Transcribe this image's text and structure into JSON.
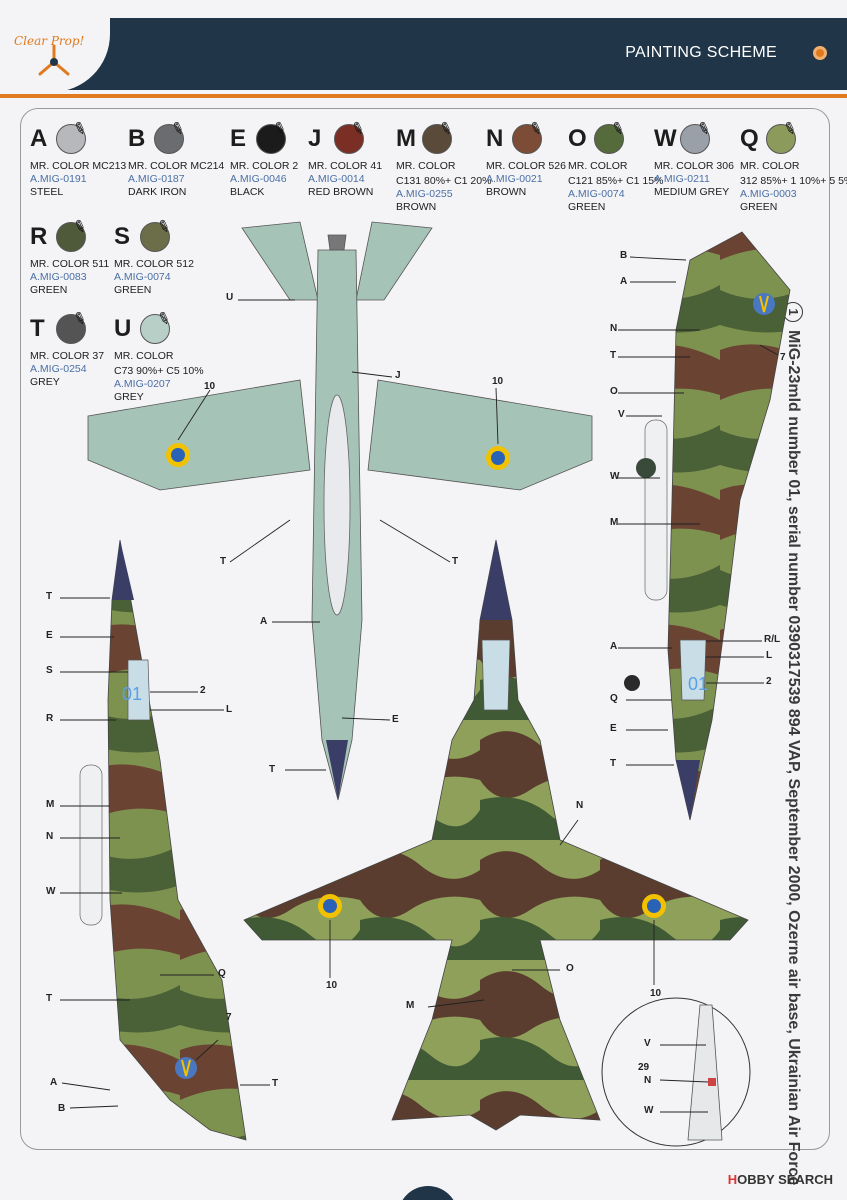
{
  "header": {
    "title": "PAINTING SCHEME",
    "logo_text": "Clear Prop!"
  },
  "colors": {
    "header_bg": "#213549",
    "accent": "#e07a1f",
    "label_blue": "#4a6fa5"
  },
  "paints": [
    {
      "letter": "A",
      "line1": "MR. COLOR MC213",
      "line2": "A.MIG-0191",
      "line3": "STEEL",
      "color": "#b7b8bc"
    },
    {
      "letter": "B",
      "line1": "MR. COLOR MC214",
      "line2": "A.MIG-0187",
      "line3": "DARK IRON",
      "color": "#6a6c70"
    },
    {
      "letter": "E",
      "line1": "MR. COLOR 2",
      "line2": "A.MIG-0046",
      "line3": "BLACK",
      "color": "#1b1b1b"
    },
    {
      "letter": "J",
      "line1": "MR. COLOR 41",
      "line2": "A.MIG-0014",
      "line3": "RED BROWN",
      "color": "#7b2f24"
    },
    {
      "letter": "M",
      "line1": "MR. COLOR",
      "line1b": "C131 80%+ C1 20%",
      "line2": "A.MIG-0255",
      "line3": "BROWN",
      "color": "#5a4a3a"
    },
    {
      "letter": "N",
      "line1": "MR. COLOR 526",
      "line2": "A.MIG-0021",
      "line3": "BROWN",
      "color": "#7d4c36"
    },
    {
      "letter": "O",
      "line1": "MR. COLOR",
      "line1b": "C121 85%+ C1 15%",
      "line2": "A.MIG-0074",
      "line3": "GREEN",
      "color": "#556b3c"
    },
    {
      "letter": "W",
      "line1": "MR. COLOR 306",
      "line2": "A.MIG-0211",
      "line3": "MEDIUM GREY",
      "color": "#9aa0a8"
    },
    {
      "letter": "Q",
      "line1": "MR. COLOR",
      "line1b": "312 85%+ 1 10%+ 5 5%",
      "line2": "A.MIG-0003",
      "line3": "GREEN",
      "color": "#8c9a5c"
    },
    {
      "letter": "R",
      "line1": "MR. COLOR 511",
      "line2": "A.MIG-0083",
      "line3": "GREEN",
      "color": "#4e5a3a"
    },
    {
      "letter": "S",
      "line1": "MR. COLOR 512",
      "line2": "A.MIG-0074",
      "line3": "GREEN",
      "color": "#6b6e48"
    },
    {
      "letter": "T",
      "line1": "MR. COLOR 37",
      "line2": "A.MIG-0254",
      "line3": "GREY",
      "color": "#545454"
    },
    {
      "letter": "U",
      "line1": "MR. COLOR",
      "line1b": "C73 90%+ C5 10%",
      "line2": "A.MIG-0207",
      "line3": "GREY",
      "color": "#b8cfc8"
    }
  ],
  "scheme": {
    "number": "1",
    "description": "MiG-23mld  number 01, serial number 0390317539 894 VAP, September 2000, Ozerne air base, Ukrainian Air Force"
  },
  "callouts": {
    "u": "U",
    "j": "J",
    "ten": "10",
    "t": "T",
    "a": "A",
    "e": "E",
    "s": "S",
    "two": "2",
    "l": "L",
    "r": "R",
    "m": "M",
    "n": "N",
    "w": "W",
    "q": "Q",
    "seven": "7",
    "b": "B",
    "o": "O",
    "v": "V",
    "rl": "R/L",
    "detail_29": "29",
    "fuselage_number": "01"
  },
  "footer": {
    "brand_a": "H",
    "brand_b": "OBBY SEARCH"
  }
}
